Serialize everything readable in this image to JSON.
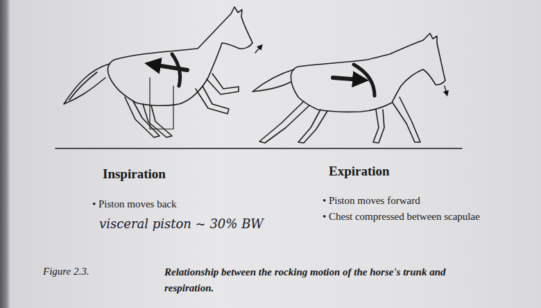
{
  "diagram": {
    "caption": "Relationship between the rocking motion of the horse's trunk and respiration.",
    "labels": [
      "Inspiration",
      "• Piston moves back",
      "visceral piston ~ 30% BW",
      "Expiration",
      "• Piston moves forward",
      "• Chest compressed between scapulae",
      "Figure 2.3."
    ]
  }
}
